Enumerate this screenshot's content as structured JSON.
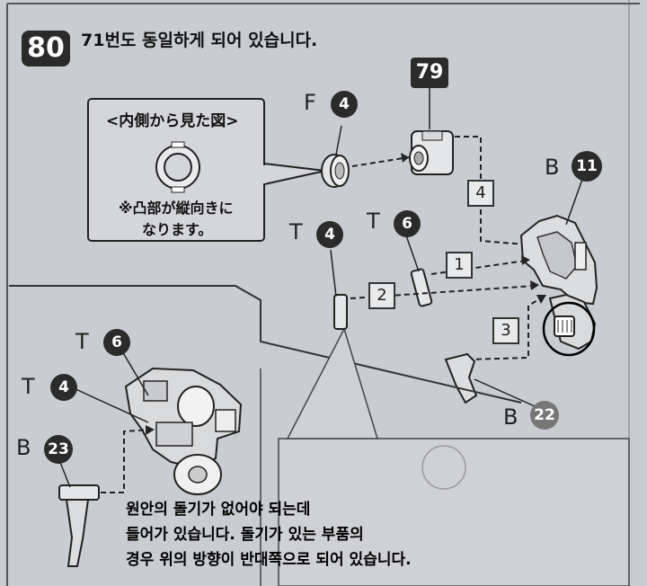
{
  "step": {
    "number": "80",
    "text": "71번도 동일하게 되어 있습니다."
  },
  "inset": {
    "title": "<内側から見た図>",
    "note_line1": "※凸部が縦向きに",
    "note_line2": "なります。"
  },
  "callouts": {
    "f4_letter": "F",
    "f4_number": "4",
    "ref79": "79",
    "b11_letter": "B",
    "b11_number": "11",
    "t4_letter": "T",
    "t4_number": "4",
    "t6_letter": "T",
    "t6_number": "6",
    "t6b_letter": "T",
    "t6b_number": "6",
    "t4b_letter": "T",
    "t4b_number": "4",
    "b23_letter": "B",
    "b23_number": "23",
    "b22_letter": "B",
    "b22_number": "22"
  },
  "steps_boxes": [
    "4",
    "1",
    "2",
    "3"
  ],
  "caption": {
    "line1": "원안의 돌기가 없어야 되는데",
    "line2": "들어가 있습니다. 돌기가 있는 부품의",
    "line3": "경우 위의 방향이 반대쪽으로 되어 있습니다."
  },
  "colors": {
    "paper": "#c9ccd0",
    "ink": "#2b2b2b",
    "highlight_circle": "#000000"
  }
}
